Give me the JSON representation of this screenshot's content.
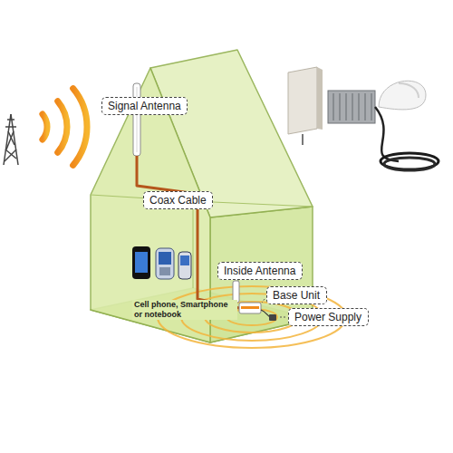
{
  "diagram": {
    "nodes": [
      {
        "text": [
          "Signal Antenna"
        ]
      },
      {
        "text": [
          "Coax Cable"
        ]
      },
      {
        "text": [
          "Inside Antenna"
        ]
      },
      {
        "text": [
          "Base Unit"
        ]
      },
      {
        "text": [
          "Power Supply"
        ]
      }
    ],
    "labels": [
      "Cell phone, Smartphone or notebook"
    ]
  }
}
